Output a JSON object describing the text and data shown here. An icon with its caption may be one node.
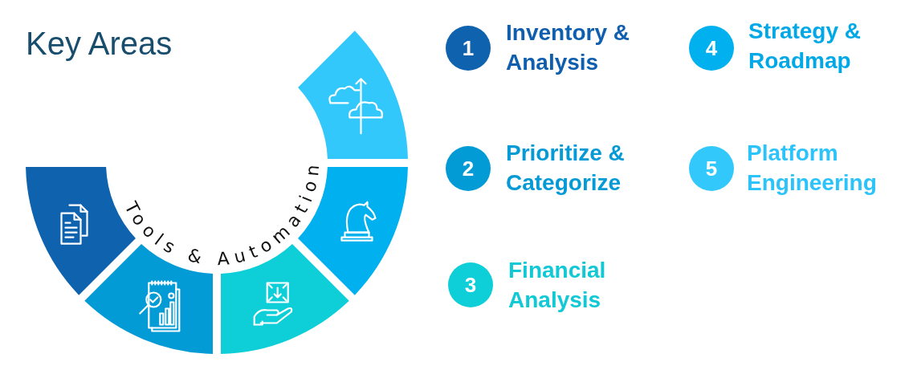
{
  "diagram": {
    "title": "Key Areas",
    "nodes": [
      {
        "text": [
          "1"
        ],
        "beside": [
          "Inventory & Analysis"
        ]
      },
      {
        "text": [
          "2"
        ],
        "beside": [
          "Prioritize & Categorize"
        ]
      },
      {
        "text": [
          "3"
        ],
        "beside": [
          "Financial Analysis"
        ]
      },
      {
        "text": [
          "4"
        ],
        "beside": [
          "Strategy & Roadmap"
        ]
      },
      {
        "text": [
          "5"
        ],
        "beside": [
          "Platform Engineering"
        ]
      }
    ],
    "labels": [
      "Tools & Automation"
    ]
  }
}
